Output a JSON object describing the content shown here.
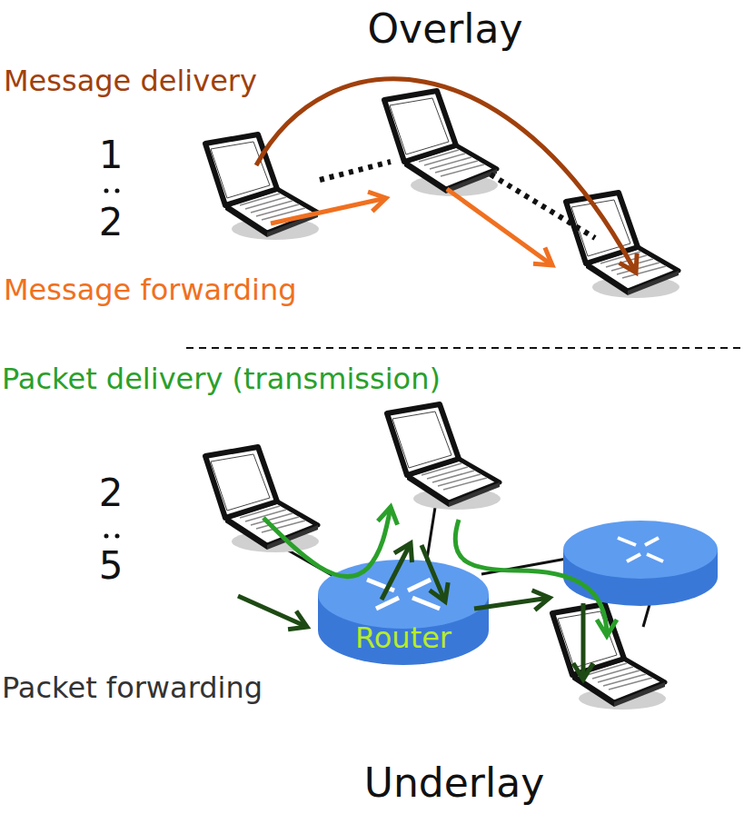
{
  "diagram": {
    "nodes": [
      {
        "text": [
          "Router"
        ]
      }
    ],
    "labels": [
      "Overlay",
      "Message delivery",
      "1",
      "2",
      "Message forwarding",
      "Packet delivery (transmission)",
      "2",
      "5",
      "Packet forwarding",
      "Underlay"
    ]
  }
}
